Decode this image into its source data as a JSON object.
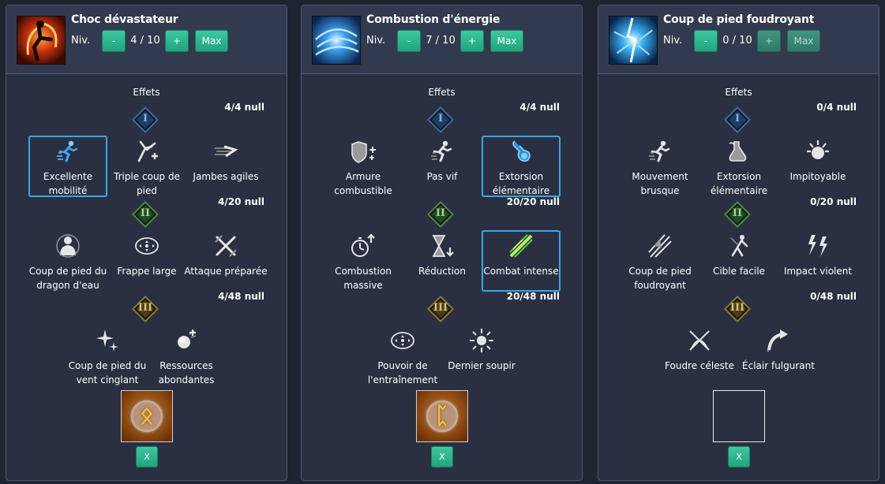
{
  "panels": [
    {
      "title": "Choc dévastateur",
      "level_label": "Niv.",
      "level_value": "4 / 10",
      "minus_label": "-",
      "plus_label": "+",
      "max_label": "Max",
      "effects_title": "Effets",
      "skill_icon": "fire-kick-icon",
      "tiers": [
        {
          "numeral": "I",
          "counter": "4/4 null",
          "traits": [
            {
              "name": "Excellente mobilité",
              "icon": "sprint-icon",
              "selected": true
            },
            {
              "name": "Triple coup de pied",
              "icon": "triple-kick-icon",
              "selected": false
            },
            {
              "name": "Jambes agiles",
              "icon": "agile-legs-icon",
              "selected": false
            }
          ]
        },
        {
          "numeral": "II",
          "counter": "4/20 null",
          "traits": [
            {
              "name": "Coup de pied du dragon d'eau",
              "icon": "water-dragon-icon",
              "selected": false
            },
            {
              "name": "Frappe large",
              "icon": "wide-strike-icon",
              "selected": false
            },
            {
              "name": "Attaque préparée",
              "icon": "crossed-swords-icon",
              "selected": false
            }
          ]
        },
        {
          "numeral": "III",
          "counter": "4/48 null",
          "traits": [
            {
              "name": "Coup de pied du vent cinglant",
              "icon": "sparkle-burst-icon",
              "selected": false
            },
            {
              "name": "Ressources abondantes",
              "icon": "orb-plus-icon",
              "selected": false
            }
          ]
        }
      ],
      "rune": "orange-rune-icon",
      "rune_glyph": "ᛟ",
      "remove_label": "X"
    },
    {
      "title": "Combustion d'énergie",
      "level_label": "Niv.",
      "level_value": "7 / 10",
      "minus_label": "-",
      "plus_label": "+",
      "max_label": "Max",
      "effects_title": "Effets",
      "skill_icon": "energy-vortex-icon",
      "tiers": [
        {
          "numeral": "I",
          "counter": "4/4 null",
          "traits": [
            {
              "name": "Armure combustible",
              "icon": "shield-plus-icon",
              "selected": false
            },
            {
              "name": "Pas vif",
              "icon": "sprint-icon",
              "selected": false
            },
            {
              "name": "Extorsion élémentaire",
              "icon": "potion-icon",
              "selected": true
            }
          ]
        },
        {
          "numeral": "II",
          "counter": "20/20 null",
          "traits": [
            {
              "name": "Combustion massive",
              "icon": "stopwatch-up-icon",
              "selected": false
            },
            {
              "name": "Réduction",
              "icon": "hourglass-down-icon",
              "selected": false
            },
            {
              "name": "Combat intense",
              "icon": "green-slash-icon",
              "selected": true
            }
          ]
        },
        {
          "numeral": "III",
          "counter": "20/48 null",
          "traits": [
            {
              "name": "Pouvoir de l'entraînement",
              "icon": "wide-strike-icon",
              "selected": false
            },
            {
              "name": "Dernier soupir",
              "icon": "sun-burst-icon",
              "selected": false
            }
          ]
        }
      ],
      "rune": "orange-rune-icon",
      "rune_glyph": "ᛈ",
      "remove_label": "X"
    },
    {
      "title": "Coup de pied foudroyant",
      "level_label": "Niv.",
      "level_value": "0 / 10",
      "minus_label": "-",
      "plus_label": "+",
      "max_label": "Max",
      "effects_title": "Effets",
      "skill_icon": "lightning-kick-icon",
      "tiers": [
        {
          "numeral": "I",
          "counter": "0/4 null",
          "traits": [
            {
              "name": "Mouvement brusque",
              "icon": "sprint-icon",
              "selected": false
            },
            {
              "name": "Extorsion élémentaire",
              "icon": "potion-icon",
              "selected": false
            },
            {
              "name": "Impitoyable",
              "icon": "fist-burst-icon",
              "selected": false
            }
          ]
        },
        {
          "numeral": "II",
          "counter": "0/20 null",
          "traits": [
            {
              "name": "Coup de pied foudroyant",
              "icon": "slash-burst-icon",
              "selected": false
            },
            {
              "name": "Cible facile",
              "icon": "target-figure-icon",
              "selected": false
            },
            {
              "name": "Impact violent",
              "icon": "impact-bolts-icon",
              "selected": false
            }
          ]
        },
        {
          "numeral": "III",
          "counter": "0/48 null",
          "traits": [
            {
              "name": "Foudre céleste",
              "icon": "bow-strike-icon",
              "selected": false
            },
            {
              "name": "Éclair fulgurant",
              "icon": "curved-arrow-icon",
              "selected": false
            }
          ]
        }
      ],
      "rune": "",
      "rune_glyph": "",
      "remove_label": "X"
    }
  ],
  "colors": {
    "background": "#1f2433",
    "panel": "#2a3042",
    "header": "#323a4f",
    "button": "#2bb38b",
    "selected_border": "#3aa7e3"
  }
}
